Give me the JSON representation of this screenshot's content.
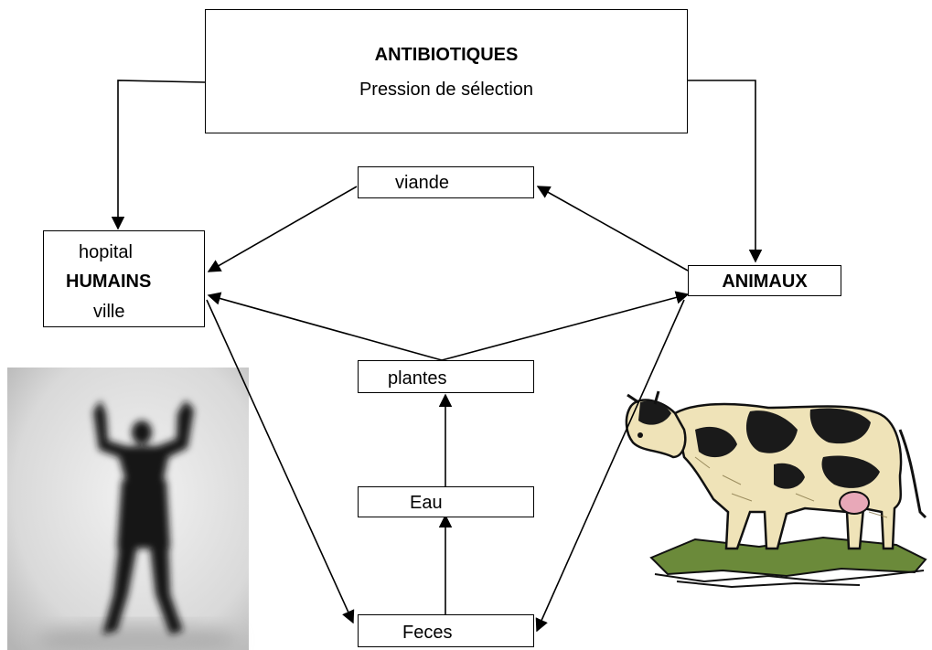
{
  "antibiotics": {
    "title": "ANTIBIOTIQUES",
    "subtitle": "Pression de sélection"
  },
  "humains": {
    "line1": "hopital",
    "line2": "HUMAINS",
    "line3": "ville"
  },
  "animaux": {
    "label": "ANIMAUX"
  },
  "viande": {
    "label": "viande"
  },
  "plantes": {
    "label": "plantes"
  },
  "eau": {
    "label": "Eau"
  },
  "feces": {
    "label": "Feces"
  },
  "images": {
    "human": "human-silhouette",
    "cow": "cow-illustration"
  },
  "colors": {
    "stroke": "#000000",
    "background": "#ffffff"
  }
}
